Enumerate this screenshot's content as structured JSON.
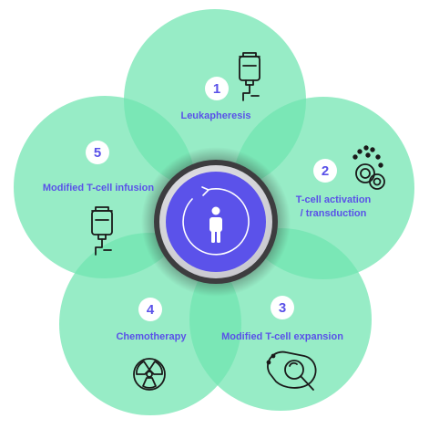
{
  "colors": {
    "petal": "#6fe5b0",
    "petal_alpha": 0.72,
    "accent": "#5a51e8",
    "text": "#5a51e8",
    "center_ring": "#3d3d3f",
    "center_fill": "#5b52ea",
    "icon_stroke": "#1a1a1a"
  },
  "steps": [
    {
      "number": "1",
      "label": "Leukapheresis",
      "icon": "iv-bag-icon"
    },
    {
      "number": "2",
      "label_lines": [
        "T-cell activation",
        "/ transduction"
      ],
      "icon": "cells-icon"
    },
    {
      "number": "3",
      "label": "Modified T-cell expansion",
      "icon": "magnifier-cell-icon"
    },
    {
      "number": "4",
      "label": "Chemotherapy",
      "icon": "radiation-icon"
    },
    {
      "number": "5",
      "label": "Modified T-cell infusion",
      "icon": "iv-bag-icon"
    }
  ],
  "center": {
    "icon": "person-cycle-icon"
  }
}
